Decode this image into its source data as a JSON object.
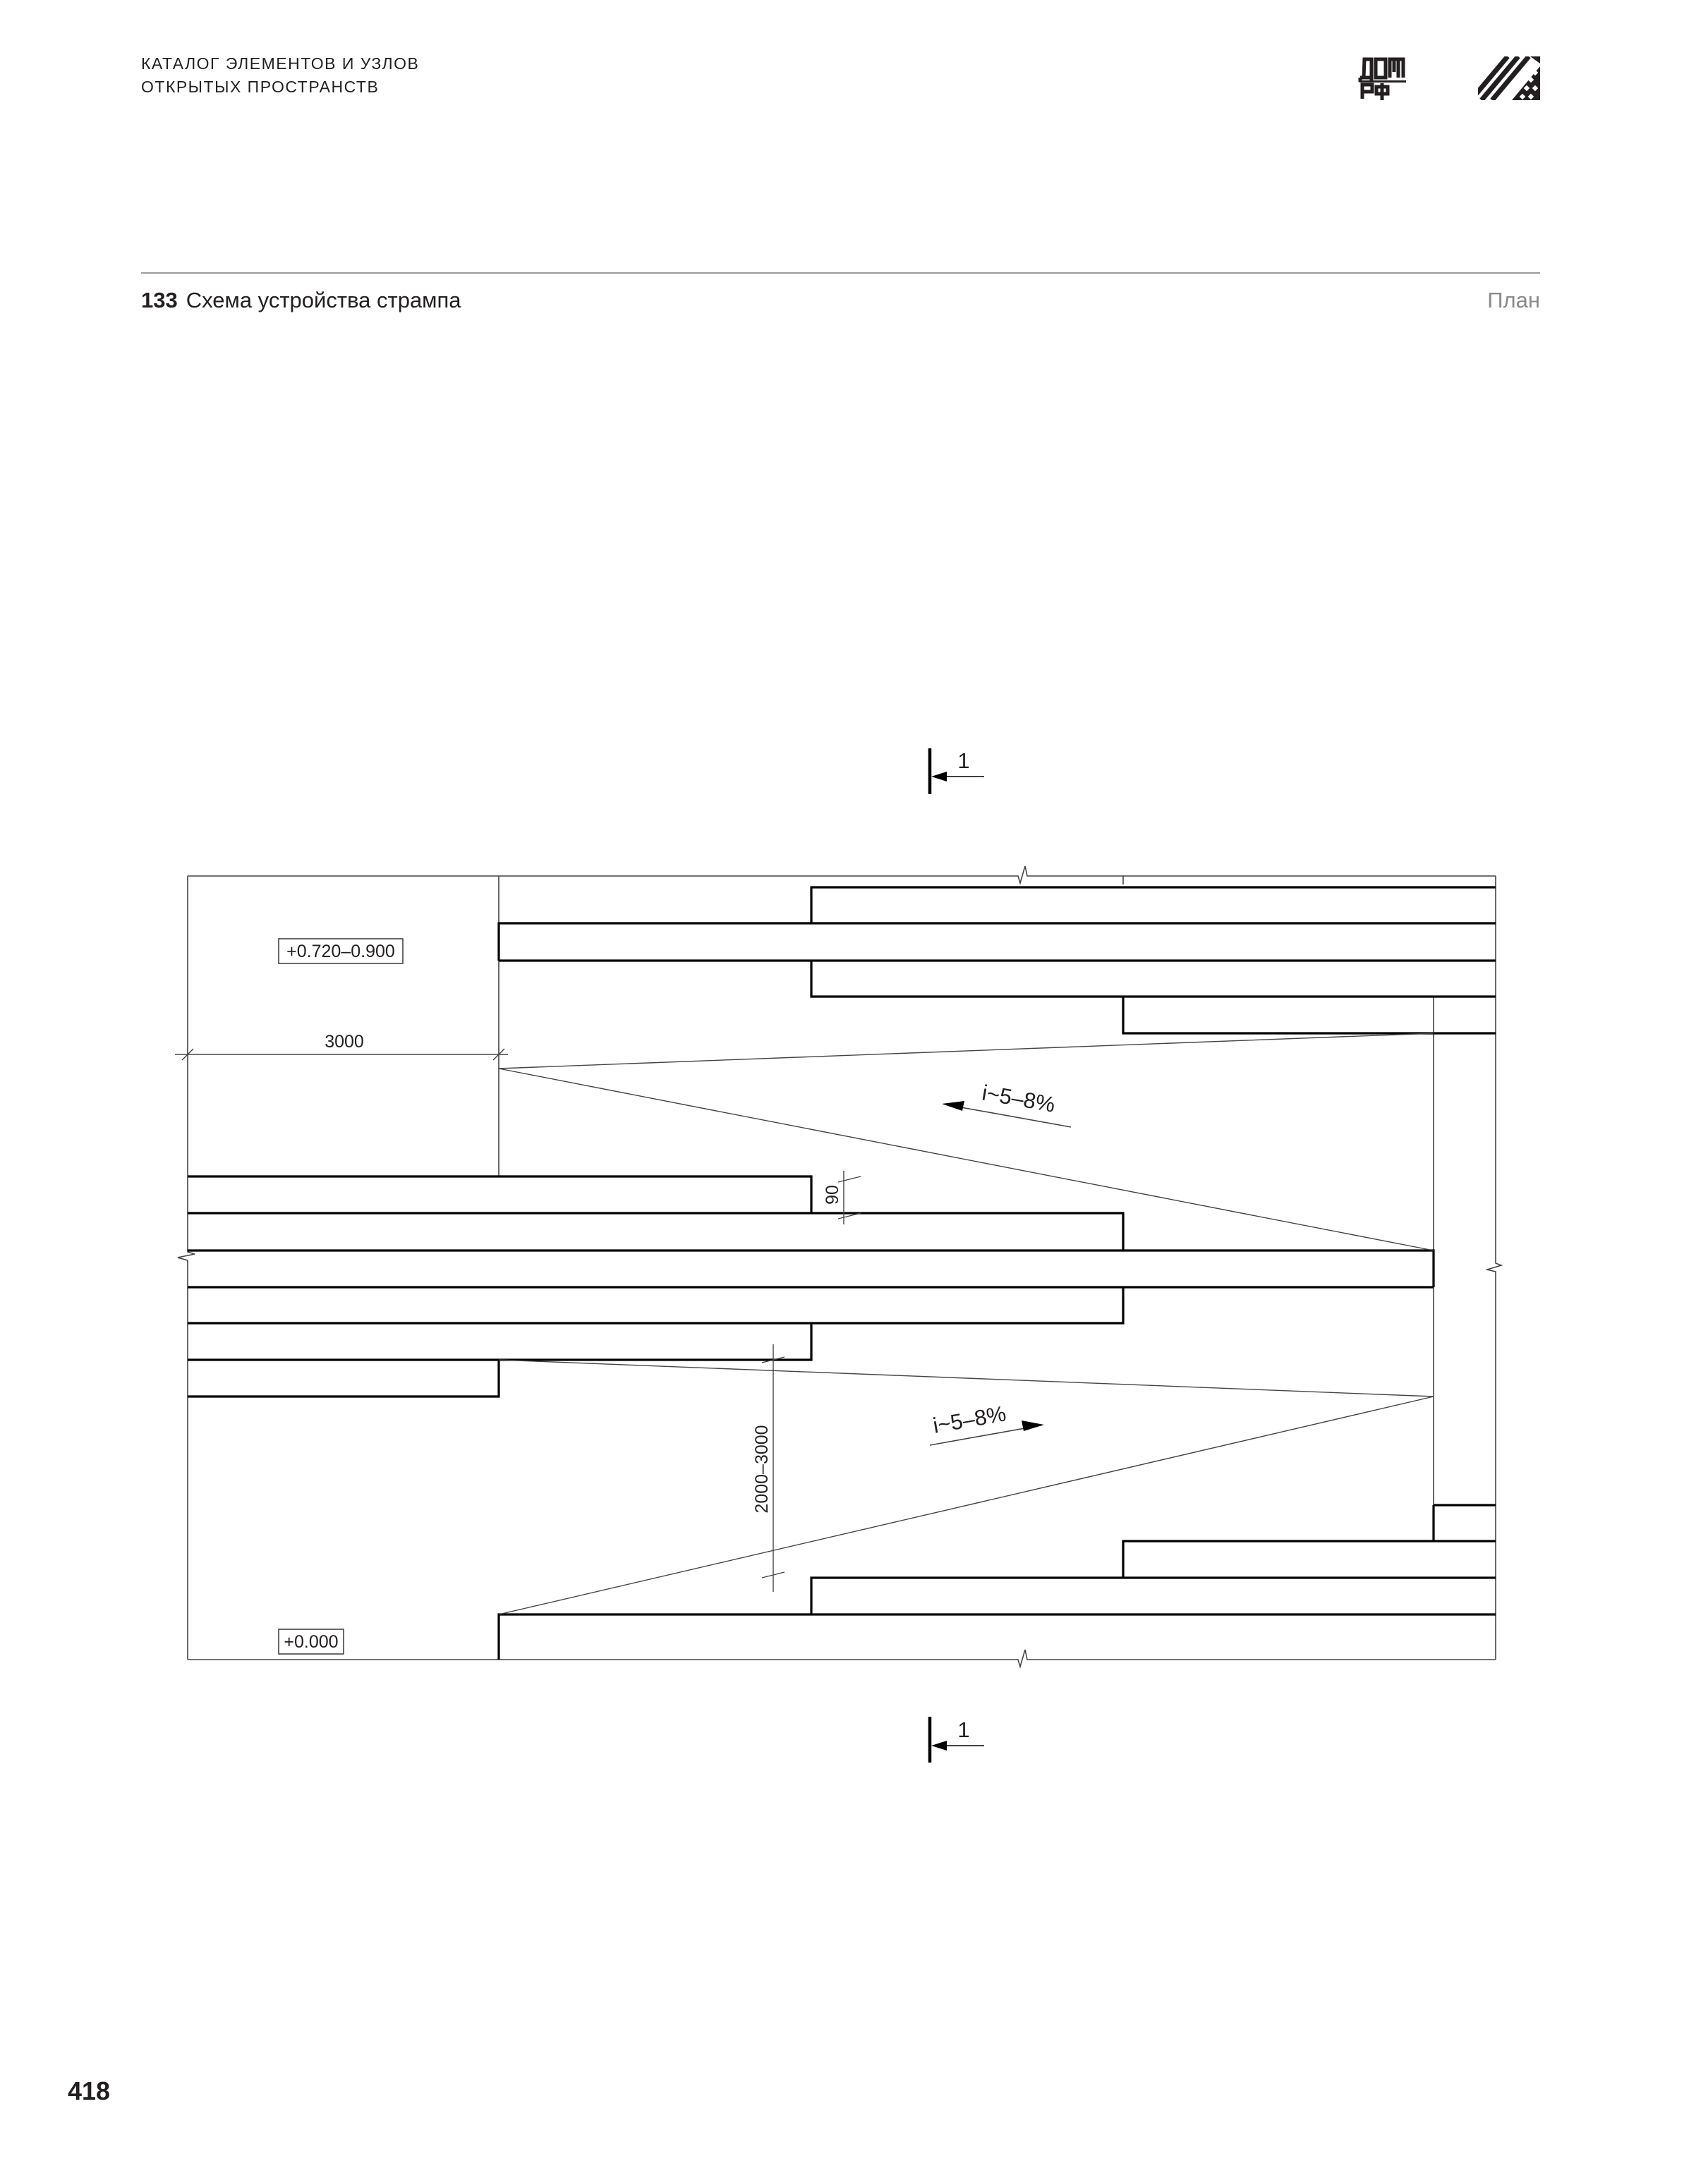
{
  "header": {
    "catalog_line1": "КАТАЛОГ ЭЛЕМЕНТОВ И УЗЛОВ",
    "catalog_line2": "ОТКРЫТЫХ ПРОСТРАНСТВ",
    "logo_dom_text": "ДОМ РФ"
  },
  "section": {
    "number": "133",
    "title": "Схема устройства стрампа",
    "view": "План"
  },
  "drawing": {
    "section_mark_top": "1",
    "section_mark_bottom": "1",
    "elevation_top": "+0.720–0.900",
    "elevation_bottom": "+0.000",
    "dimension_width": "3000",
    "dimension_riser": "90",
    "dimension_length": "2000–3000",
    "slope_upper": "i~5–8%",
    "slope_lower": "i~5–8%"
  },
  "footer": {
    "page_number": "418"
  },
  "colors": {
    "text": "#231f20",
    "rule": "#9b9b9b",
    "muted": "#8a8a8a",
    "line": "#000000"
  }
}
